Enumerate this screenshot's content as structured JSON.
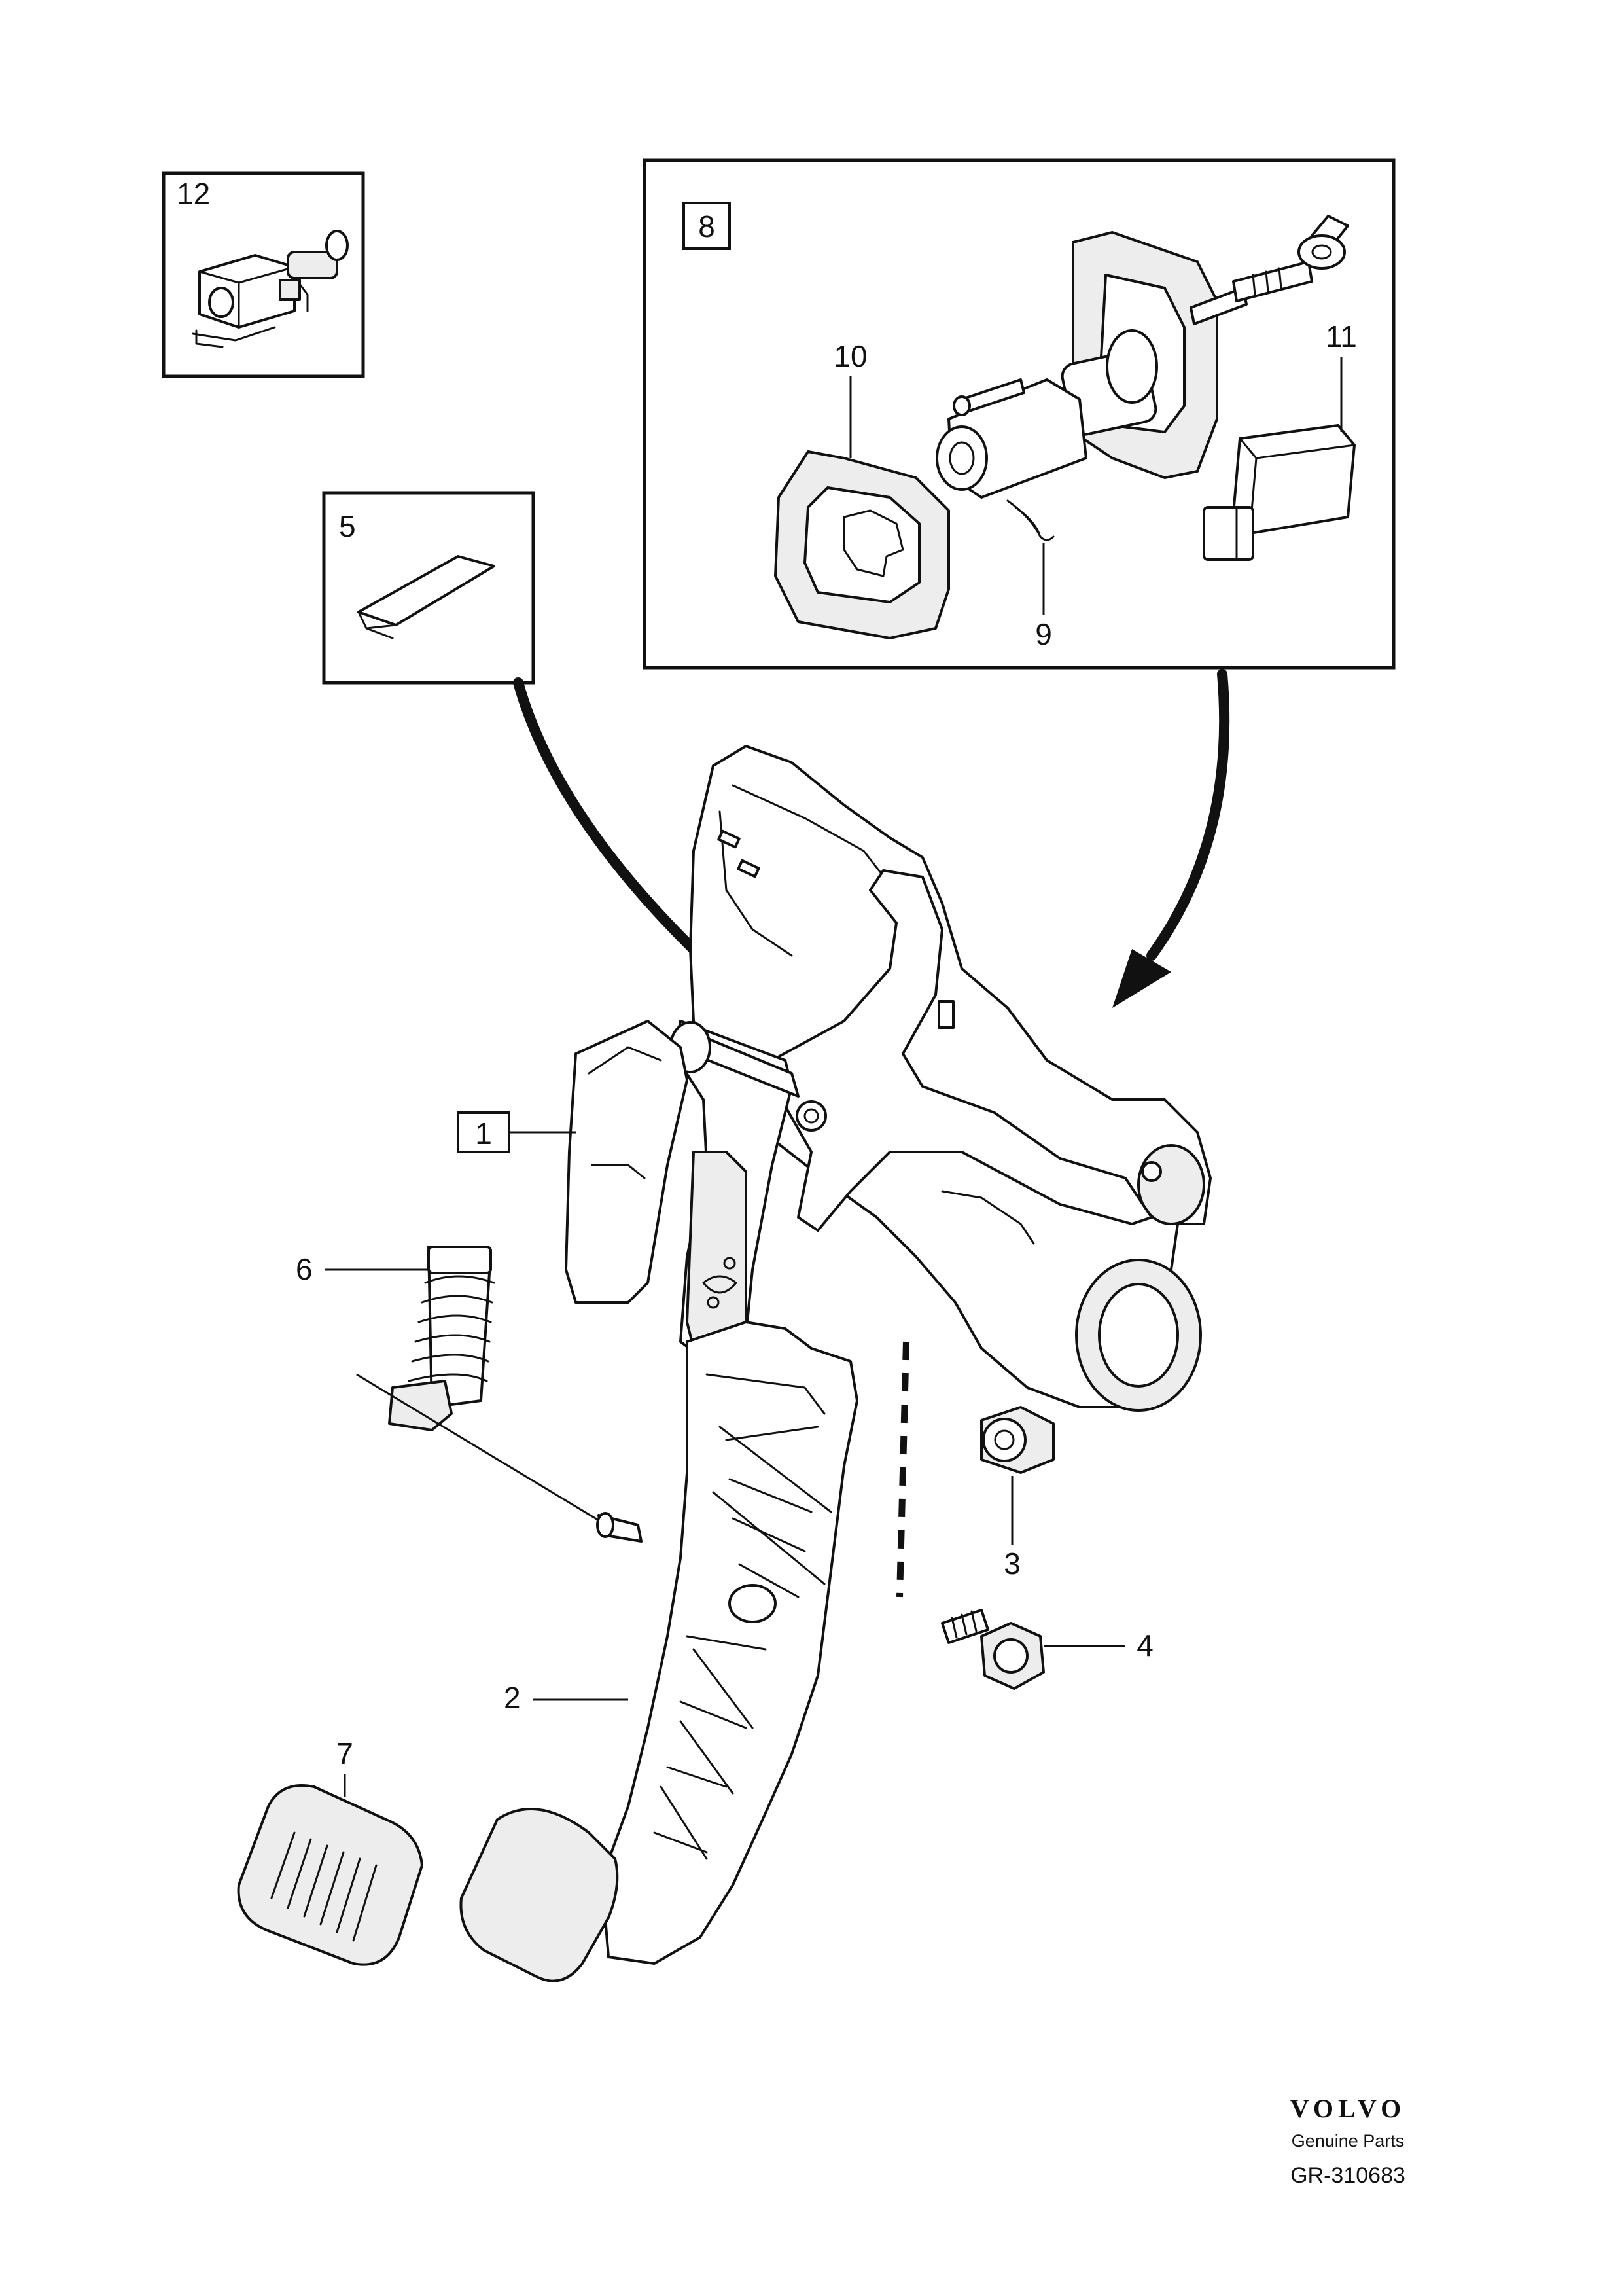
{
  "callouts": {
    "c1": "1",
    "c2": "2",
    "c3": "3",
    "c4": "4",
    "c5": "5",
    "c6": "6",
    "c7": "7",
    "c8": "8",
    "c9": "9",
    "c10": "10",
    "c11": "11",
    "c12": "12"
  },
  "footer": {
    "brand": "VOLVO",
    "subtitle": "Genuine Parts",
    "code": "GR-310683"
  }
}
